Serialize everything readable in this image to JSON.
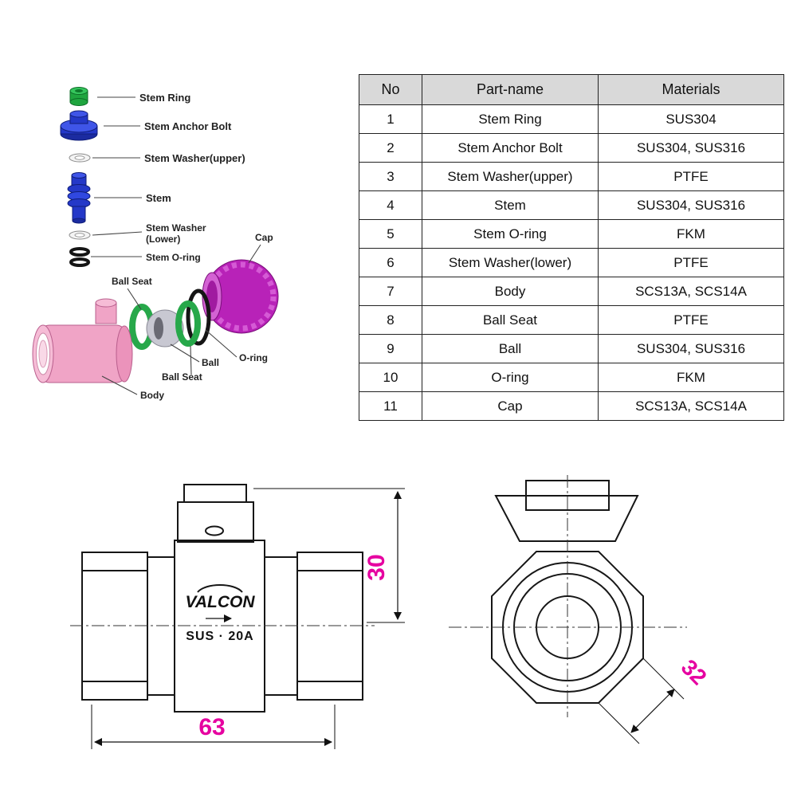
{
  "exploded": {
    "labels": {
      "stem_ring": "Stem Ring",
      "stem_anchor_bolt": "Stem Anchor Bolt",
      "stem_washer_upper": "Stem Washer(upper)",
      "stem": "Stem",
      "stem_washer_lower_line1": "Stem Washer",
      "stem_washer_lower_line2": "(Lower)",
      "stem_o_ring": "Stem O-ring",
      "ball_seat_left": "Ball Seat",
      "cap": "Cap",
      "ball": "Ball",
      "ball_seat_right": "Ball Seat",
      "body": "Body",
      "o_ring": "O-ring"
    }
  },
  "table": {
    "headers": [
      "No",
      "Part-name",
      "Materials"
    ],
    "rows": [
      [
        "1",
        "Stem Ring",
        "SUS304"
      ],
      [
        "2",
        "Stem Anchor Bolt",
        "SUS304, SUS316"
      ],
      [
        "3",
        "Stem Washer(upper)",
        "PTFE"
      ],
      [
        "4",
        "Stem",
        "SUS304, SUS316"
      ],
      [
        "5",
        "Stem O-ring",
        "FKM"
      ],
      [
        "6",
        "Stem Washer(lower)",
        "PTFE"
      ],
      [
        "7",
        "Body",
        "SCS13A, SCS14A"
      ],
      [
        "8",
        "Ball Seat",
        "PTFE"
      ],
      [
        "9",
        "Ball",
        "SUS304, SUS316"
      ],
      [
        "10",
        "O-ring",
        "FKM"
      ],
      [
        "11",
        "Cap",
        "SCS13A, SCS14A"
      ]
    ]
  },
  "front_view": {
    "brand": "VALCON",
    "spec": "SUS · 20A",
    "dim_height": "30",
    "dim_length": "63"
  },
  "side_view": {
    "dim_across_flats": "32"
  },
  "colors": {
    "dimension_text": "#e600a0",
    "line_art": "#161616",
    "body_pink": "#f0a4c6",
    "cap_magenta": "#b822b8",
    "seat_green": "#27a84a",
    "stem_blue": "#2438c8",
    "stem_ring_green": "#1fa53f",
    "table_header_bg": "#d9d9d9"
  }
}
